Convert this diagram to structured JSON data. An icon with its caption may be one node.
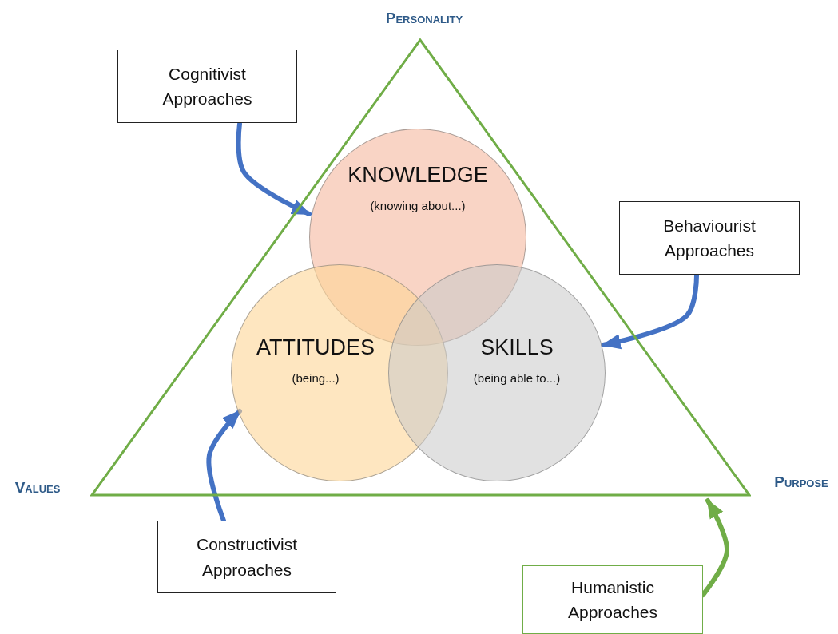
{
  "diagram": {
    "nodes": [
      {
        "text": [],
        "shape": "triangle",
        "beside": [
          "Personality",
          "Values",
          "Purpose"
        ]
      },
      {
        "text": [
          "KNOWLEDGE",
          "(knowing about...)"
        ],
        "in": 0
      },
      {
        "text": [
          "ATTITUDES",
          "(being...)"
        ],
        "in": 0
      },
      {
        "text": [
          "SKILLS",
          "(being able to...)"
        ],
        "in": 0
      },
      {
        "text": [
          "Cognitivist Approaches"
        ]
      },
      {
        "text": [
          "Behaviourist Approaches"
        ]
      },
      {
        "text": [
          "Constructivist Approaches"
        ]
      },
      {
        "text": [
          "Humanistic Approaches"
        ]
      }
    ],
    "edges": [
      {
        "from": 4,
        "to": 1,
        "arrow": "to"
      },
      {
        "from": 5,
        "to": 3,
        "arrow": "to"
      },
      {
        "from": 6,
        "to": 2,
        "arrow": "to"
      },
      {
        "from": 7,
        "to": 0,
        "arrow": "to",
        "color": "#70ad47"
      }
    ]
  }
}
